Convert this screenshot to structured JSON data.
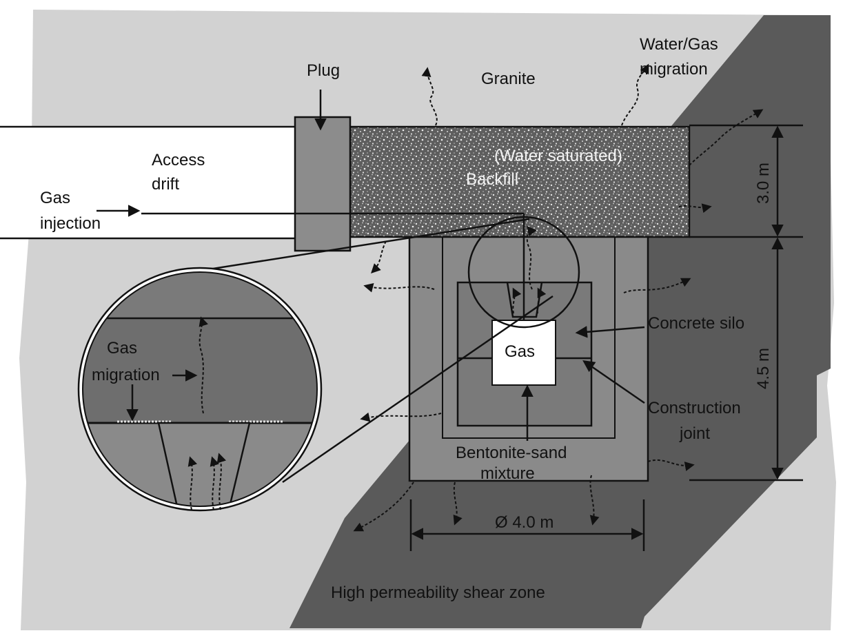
{
  "labels": {
    "plug": "Plug",
    "granite": "Granite",
    "water_gas_1": "Water/Gas",
    "water_gas_2": "migration",
    "access_1": "Access",
    "access_2": "drift",
    "gas_inj_1": "Gas",
    "gas_inj_2": "injection",
    "water_saturated": "(Water saturated)",
    "backfill": "Backfill",
    "gas": "Gas",
    "concrete_silo": "Concrete silo",
    "construction_1": "Construction",
    "construction_2": "joint",
    "bentonite_1": "Bentonite-sand",
    "bentonite_2": "mixture",
    "gas_migration_1": "Gas",
    "gas_migration_2": "migration",
    "shear_zone": "High permeability shear zone",
    "dim_backfill": "3.0 m",
    "dim_silo": "4.5 m",
    "dim_diameter": "Ø 4.0 m"
  },
  "colors": {
    "granite": "#d2d2d2",
    "shear_zone": "#5a5a5a",
    "bentonite": "#8a8a8a",
    "silo": "#7a7a7a",
    "plug": "#8c8c8c",
    "backfill": "#6e6e6e"
  }
}
